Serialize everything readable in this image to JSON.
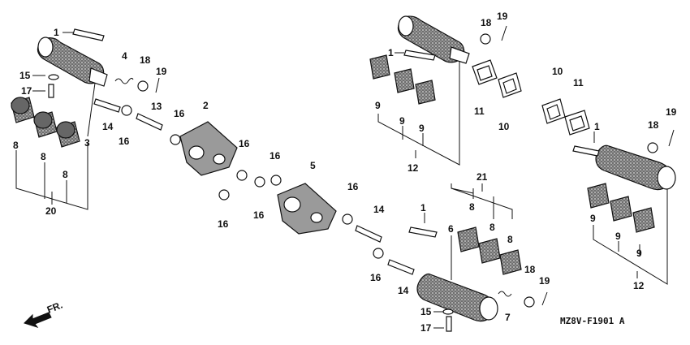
{
  "figure": {
    "code": "MZ8V-F1901 A",
    "direction_label": "FR."
  },
  "callouts": [
    "1",
    "1",
    "1",
    "1",
    "2",
    "3",
    "4",
    "5",
    "6",
    "7",
    "8",
    "8",
    "8",
    "8",
    "8",
    "8",
    "9",
    "9",
    "9",
    "9",
    "9",
    "9",
    "10",
    "10",
    "11",
    "11",
    "12",
    "12",
    "13",
    "14",
    "14",
    "14",
    "15",
    "15",
    "16",
    "16",
    "16",
    "16",
    "16",
    "16",
    "16",
    "16",
    "17",
    "17",
    "18",
    "18",
    "18",
    "18",
    "19",
    "19",
    "19",
    "19",
    "20",
    "21"
  ]
}
